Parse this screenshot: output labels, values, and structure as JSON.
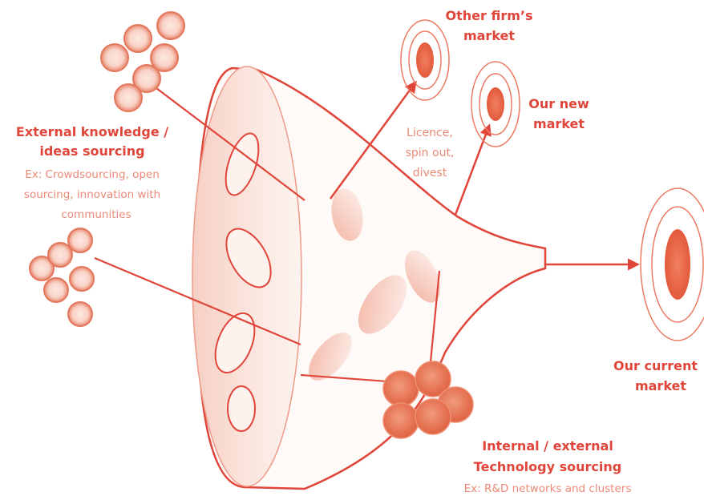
{
  "colors": {
    "accent": "#e0453a",
    "accent_light": "#ee8a7a",
    "fill_pale": "#fbe3dc",
    "fill_mid": "#f5b8a8",
    "fill_dark": "#e86a4e",
    "note_text": "#ec8a78"
  },
  "external_knowledge": {
    "title_line1": "External knowledge /",
    "title_line2": "ideas sourcing",
    "example_line1": "Ex: Crowdsourcing, open",
    "example_line2": "sourcing, innovation with",
    "example_line3": "communities"
  },
  "other_firm_market": {
    "line1": "Other firm’s",
    "line2": "market"
  },
  "our_new_market": {
    "line1": "Our new",
    "line2": "market"
  },
  "spin_out": {
    "line1": "Licence,",
    "line2": "spin out,",
    "line3": "divest"
  },
  "our_current_market": {
    "line1": "Our current",
    "line2": "market"
  },
  "technology_sourcing": {
    "title_line1": "Internal / external",
    "title_line2": "Technology sourcing",
    "example": "Ex: R&D networks and clusters"
  }
}
